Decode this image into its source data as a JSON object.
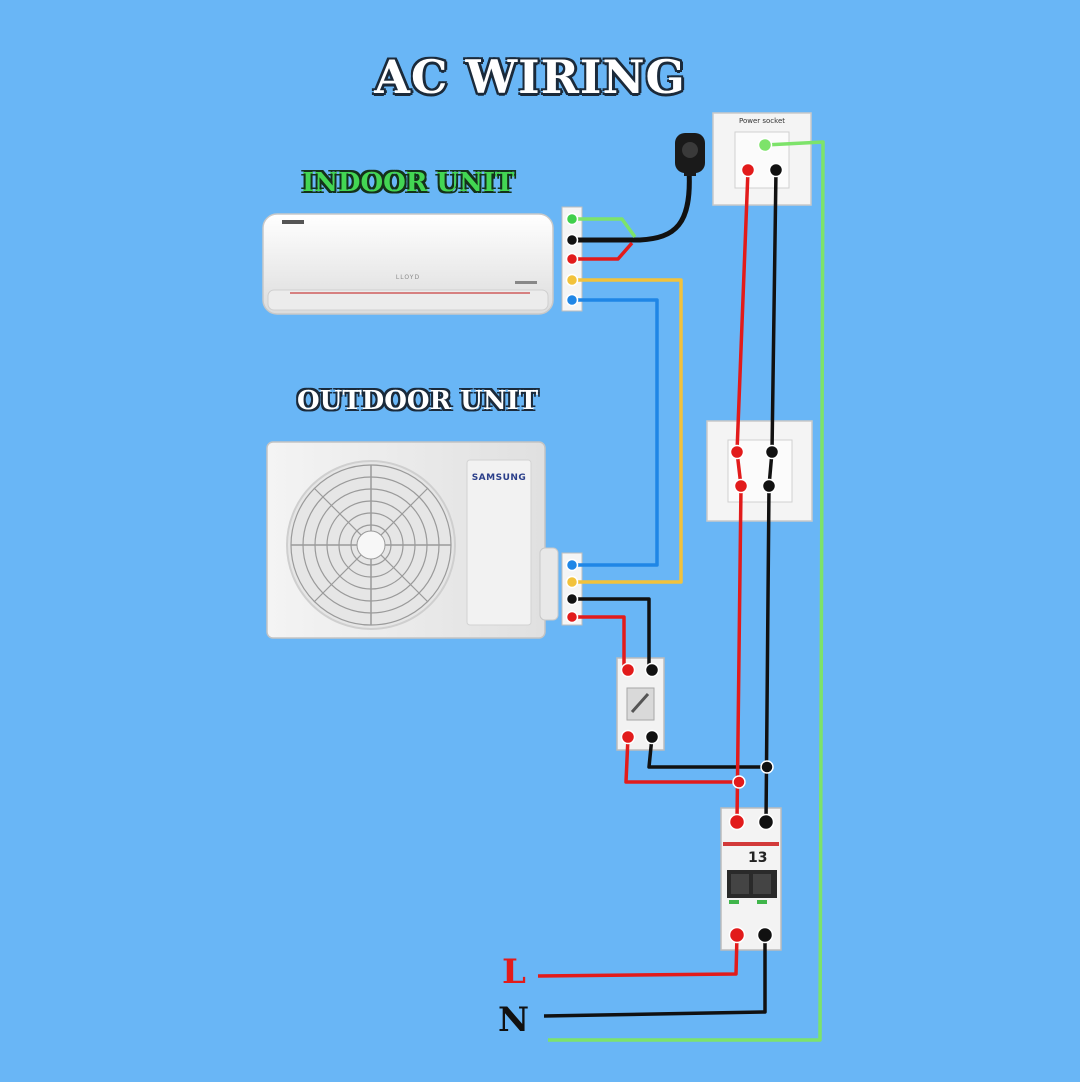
{
  "diagram": {
    "title": "AC WIRING",
    "indoor_unit_label": "INDOOR UNIT",
    "outdoor_unit_label": "OUTDOOR UNIT",
    "power_socket_label": "Power socket",
    "indoor_brand": "LLOYD",
    "outdoor_brand": "SAMSUNG",
    "breaker_rating": "13",
    "line_label": "L",
    "neutral_label": "N"
  },
  "colors": {
    "background": "#69b6f6",
    "live": "#e21b1b",
    "neutral": "#111111",
    "earth": "#7de36a",
    "signal_yellow": "#f2c23b",
    "signal_blue": "#1f86e6"
  }
}
